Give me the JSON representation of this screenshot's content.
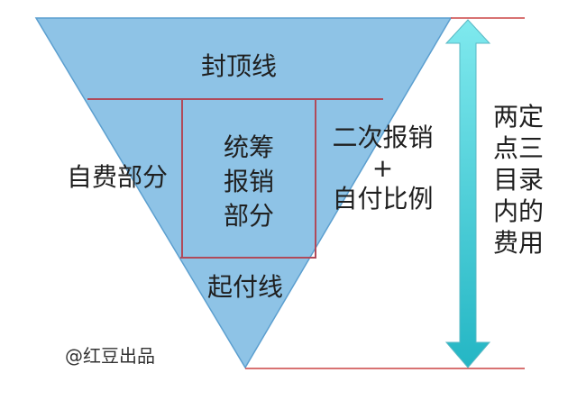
{
  "diagram": {
    "top_band_label": "封顶线",
    "left_label": "自费部分",
    "center_label_lines": [
      "统筹",
      "报销",
      "部分"
    ],
    "right_label_lines": [
      "二次报销",
      "+",
      "自付比例"
    ],
    "bottom_label": "起付线",
    "side_label_lines": [
      "两定",
      "点三",
      "目录",
      "内的",
      "费用"
    ],
    "watermark": "@红豆出品"
  },
  "colors": {
    "funnel_fill": "#8ec3e6",
    "funnel_stroke": "#5c9fcf",
    "divider_lines": "#b04a5a",
    "arrow_top": "#7fe9ee",
    "arrow_bottom": "#24b6c4",
    "limit_lines": "#cc4444"
  }
}
